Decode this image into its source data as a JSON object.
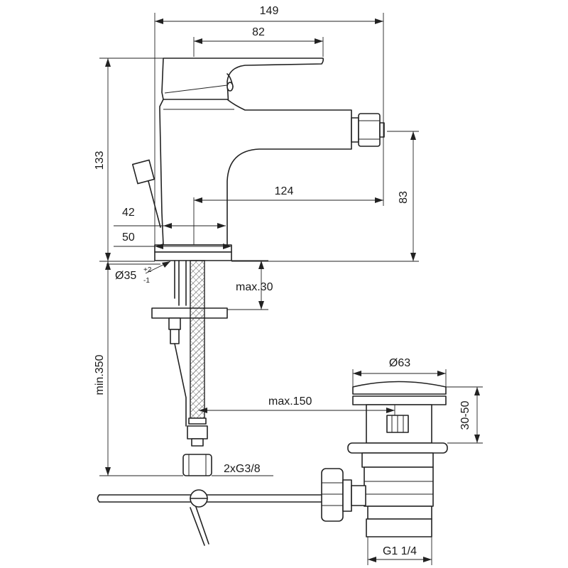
{
  "dimensions": {
    "overall_width": "149",
    "handle_width": "82",
    "total_height": "133",
    "spout_reach": "124",
    "spout_height": "83",
    "base_42": "42",
    "base_50": "50",
    "hole_diameter": "Ø35",
    "hole_tol_plus": "+2",
    "hole_tol_minus": "-1",
    "max_deck": "max.30",
    "hose_length": "min.350",
    "drain_offset": "max.150",
    "connection": "2xG3/8",
    "waste_diameter": "Ø63",
    "waste_height": "30-50",
    "waste_thread": "G1 1/4"
  }
}
